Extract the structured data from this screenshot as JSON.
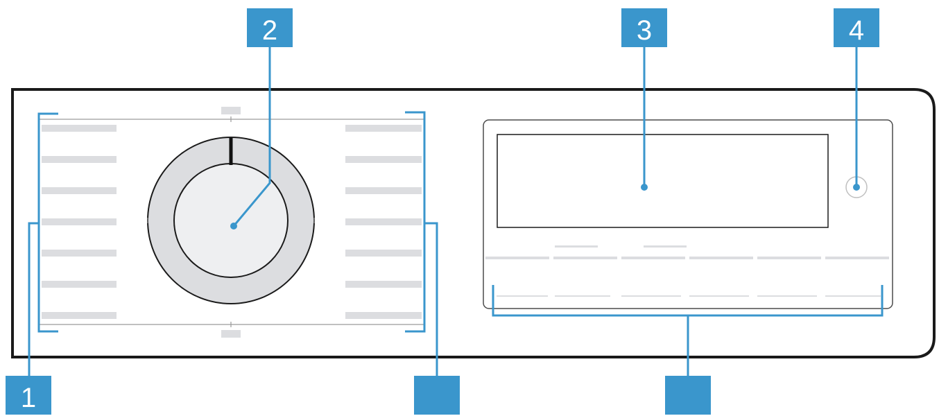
{
  "callouts": [
    {
      "id": "callout-1",
      "label": "1"
    },
    {
      "id": "callout-2",
      "label": "2"
    },
    {
      "id": "callout-3",
      "label": "3"
    },
    {
      "id": "callout-4",
      "label": "4"
    },
    {
      "id": "callout-5",
      "label": ""
    },
    {
      "id": "callout-6",
      "label": ""
    }
  ],
  "colors": {
    "callout_fill": "#3a96cc",
    "leader_line": "#3a96cc",
    "outline": "#1a1a1a",
    "placeholder_bar": "#dcdde0",
    "dial_ring": "#dcdde0",
    "dial_center": "#eeeff1",
    "thin_line": "#9a9a9a"
  }
}
